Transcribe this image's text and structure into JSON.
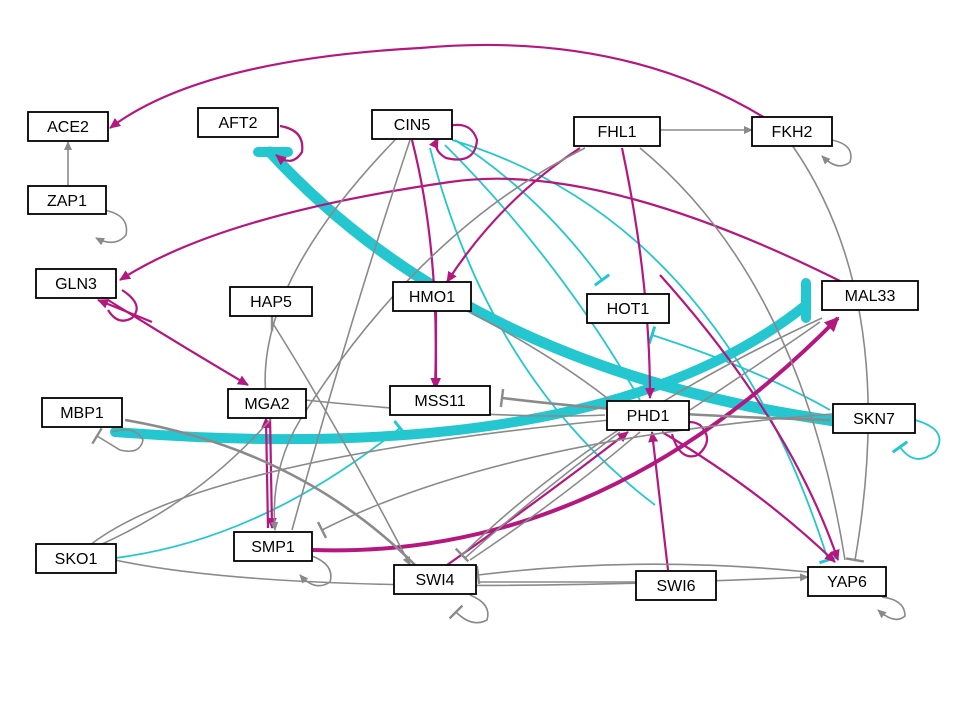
{
  "colors": {
    "activation": "#b4177f",
    "repression": "#24c7cf",
    "neutral": "#8a8a8a"
  },
  "nodes": {
    "ACE2": "ACE2",
    "ZAP1": "ZAP1",
    "AFT2": "AFT2",
    "CIN5": "CIN5",
    "FHL1": "FHL1",
    "FKH2": "FKH2",
    "GLN3": "GLN3",
    "HAP5": "HAP5",
    "HMO1": "HMO1",
    "HOT1": "HOT1",
    "MAL33": "MAL33",
    "MBP1": "MBP1",
    "MGA2": "MGA2",
    "MSS11": "MSS11",
    "PHD1": "PHD1",
    "SKN7": "SKN7",
    "SKO1": "SKO1",
    "SMP1": "SMP1",
    "SWI4": "SWI4",
    "SWI6": "SWI6",
    "YAP6": "YAP6"
  }
}
